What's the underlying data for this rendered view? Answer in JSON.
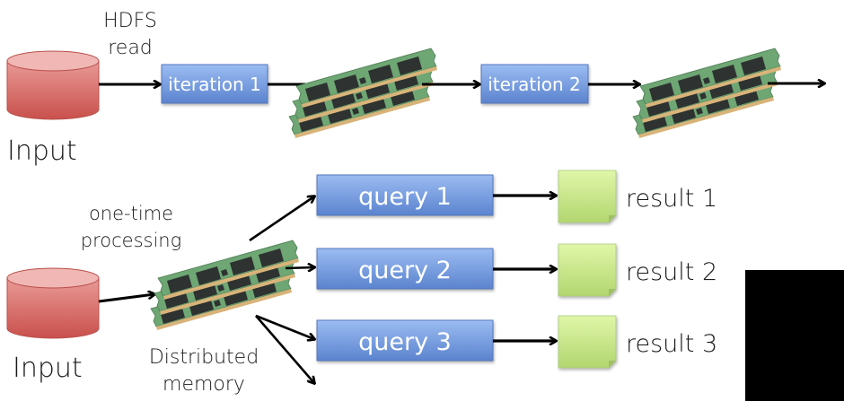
{
  "top_flow": {
    "input_label": "Input",
    "hdfs_label_line1": "HDFS",
    "hdfs_label_line2": "read",
    "step1_label": "iteration 1",
    "step2_label": "iteration 2"
  },
  "bottom_flow": {
    "input_label": "Input",
    "processing_label_line1": "one-time",
    "processing_label_line2": "processing",
    "memory_label_line1": "Distributed",
    "memory_label_line2": "memory",
    "queries": [
      {
        "label": "query 1",
        "result": "result 1"
      },
      {
        "label": "query 2",
        "result": "result 2"
      },
      {
        "label": "query 3",
        "result": "result 3"
      }
    ],
    "ellipsis": ". . ."
  },
  "colors": {
    "cylinder": "#d96a66",
    "cylinder_top": "#efb4b1",
    "process_box": "#6f97dd",
    "result_note": "#c4e38a",
    "ram_board": "#6a9e6c",
    "ram_chip": "#2f3330",
    "arrow": "#000000"
  }
}
